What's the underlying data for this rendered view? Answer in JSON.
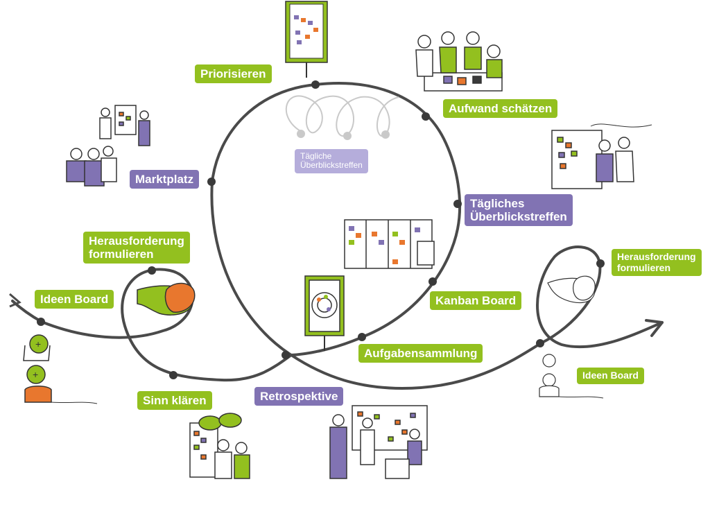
{
  "labels": {
    "priorisieren": "Priorisieren",
    "aufwand_schaetzen": "Aufwand schätzen",
    "marktplatz": "Marktplatz",
    "taegliche_ueberblickstreffen_line1": "Tägliche",
    "taegliche_ueberblickstreffen_line2": "Überblickstreffen",
    "taegliches_ueberblickstreffen_line1": "Tägliches",
    "taegliches_ueberblickstreffen_line2": "Überblickstreffen",
    "herausforderung_left_line1": "Herausforderung",
    "herausforderung_left_line2": "formulieren",
    "herausforderung_right_line1": "Herausforderung",
    "herausforderung_right_line2": "formulieren",
    "ideen_board_left": "Ideen Board",
    "ideen_board_right": "Ideen Board",
    "kanban_board": "Kanban Board",
    "aufgabensammlung": "Aufgabensammlung",
    "sinn_klaeren": "Sinn klären",
    "retrospektive": "Retrospektive"
  },
  "colors": {
    "green": "#93c01f",
    "purple": "#8173b3",
    "light_purple": "#b5addb",
    "path": "#4a4a4a",
    "orange": "#e8772e"
  }
}
